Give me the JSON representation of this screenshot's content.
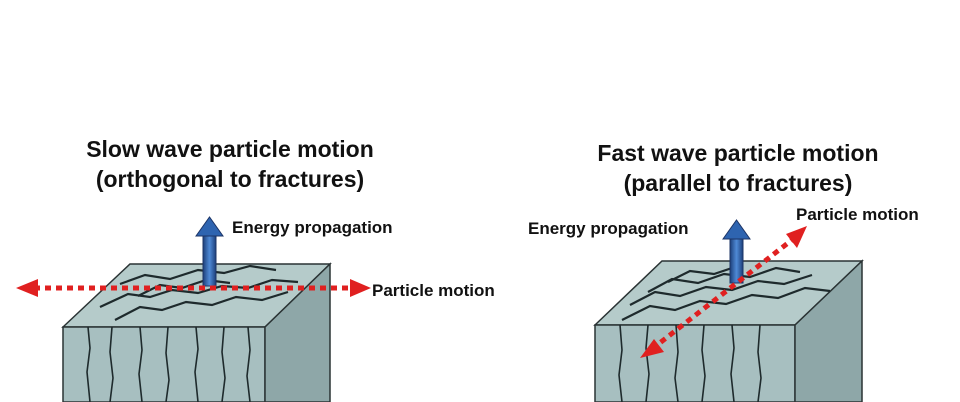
{
  "left_panel": {
    "title_line1": "Slow wave particle motion",
    "title_line2": "(orthogonal to fractures)",
    "energy_label": "Energy propagation",
    "particle_label": "Particle motion"
  },
  "right_panel": {
    "title_line1": "Fast wave particle motion",
    "title_line2": "(parallel to fractures)",
    "energy_label": "Energy propagation",
    "particle_label": "Particle motion"
  },
  "colors": {
    "block_top": "#b5cbca",
    "block_front": "#a7bfc0",
    "block_side": "#8ea7a8",
    "fracture": "#1e2a2c",
    "energy_arrow": "#2e64b0",
    "particle_arrow": "#e02020"
  }
}
